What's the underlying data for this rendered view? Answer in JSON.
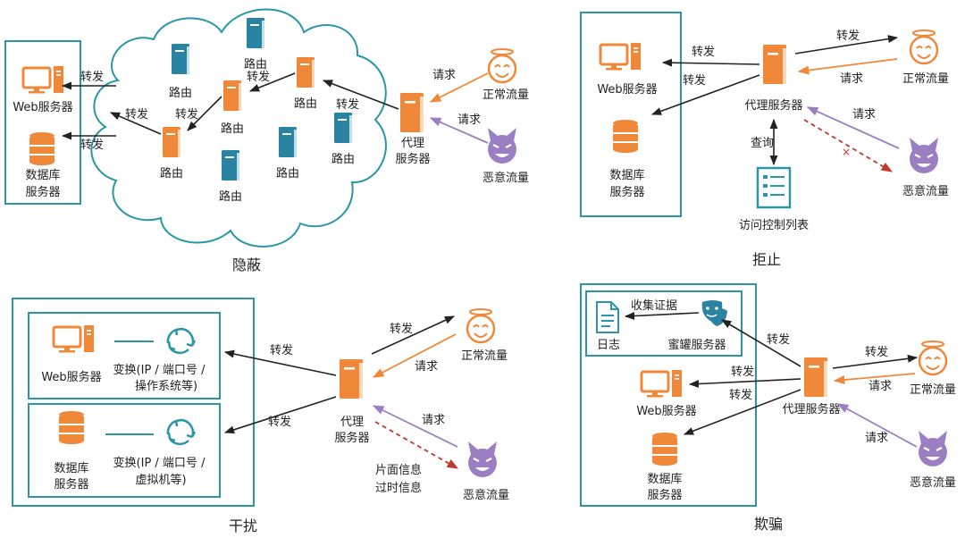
{
  "colors": {
    "teal": "#2a96a8",
    "orange": "#f0883a",
    "purple": "#9b7fc2",
    "server_blue": "#2a83a0",
    "arrow_black": "#222222",
    "blocked_red": "#c0392b"
  },
  "panels": {
    "hide": {
      "caption": "隐蔽",
      "web_server": "Web服务器",
      "db_server": [
        "数据库",
        "服务器"
      ],
      "route": "路由",
      "forward": "转发",
      "request": "请求",
      "proxy": [
        "代理",
        "服务器"
      ],
      "normal": "正常流量",
      "malicious": "恶意流量"
    },
    "deny": {
      "caption": "拒止",
      "web_server": "Web服务器",
      "db_server": [
        "数据库",
        "服务器"
      ],
      "forward": "转发",
      "request": "请求",
      "proxy": "代理服务器",
      "query": "查询",
      "acl": "访问控制列表",
      "blocked_mark": "×",
      "normal": "正常流量",
      "malicious": "恶意流量"
    },
    "interfere": {
      "caption": "干扰",
      "web_server": "Web服务器",
      "db_server": [
        "数据库",
        "服务器"
      ],
      "transform_web": [
        "变换(IP / 端口号 /",
        "操作系统等)"
      ],
      "transform_db": [
        "变换(IP / 端口号 /",
        "虚拟机等)"
      ],
      "forward": "转发",
      "request": "请求",
      "proxy": [
        "代理",
        "服务器"
      ],
      "false_info": [
        "片面信息",
        "过时信息"
      ],
      "normal": "正常流量",
      "malicious": "恶意流量"
    },
    "deceive": {
      "caption": "欺骗",
      "log": "日志",
      "collect": "收集证据",
      "honeypot": "蜜罐服务器",
      "web_server": "Web服务器",
      "db_server": [
        "数据库",
        "服务器"
      ],
      "forward": "转发",
      "request": "请求",
      "proxy": "代理服务器",
      "normal": "正常流量",
      "malicious": "恶意流量"
    }
  }
}
